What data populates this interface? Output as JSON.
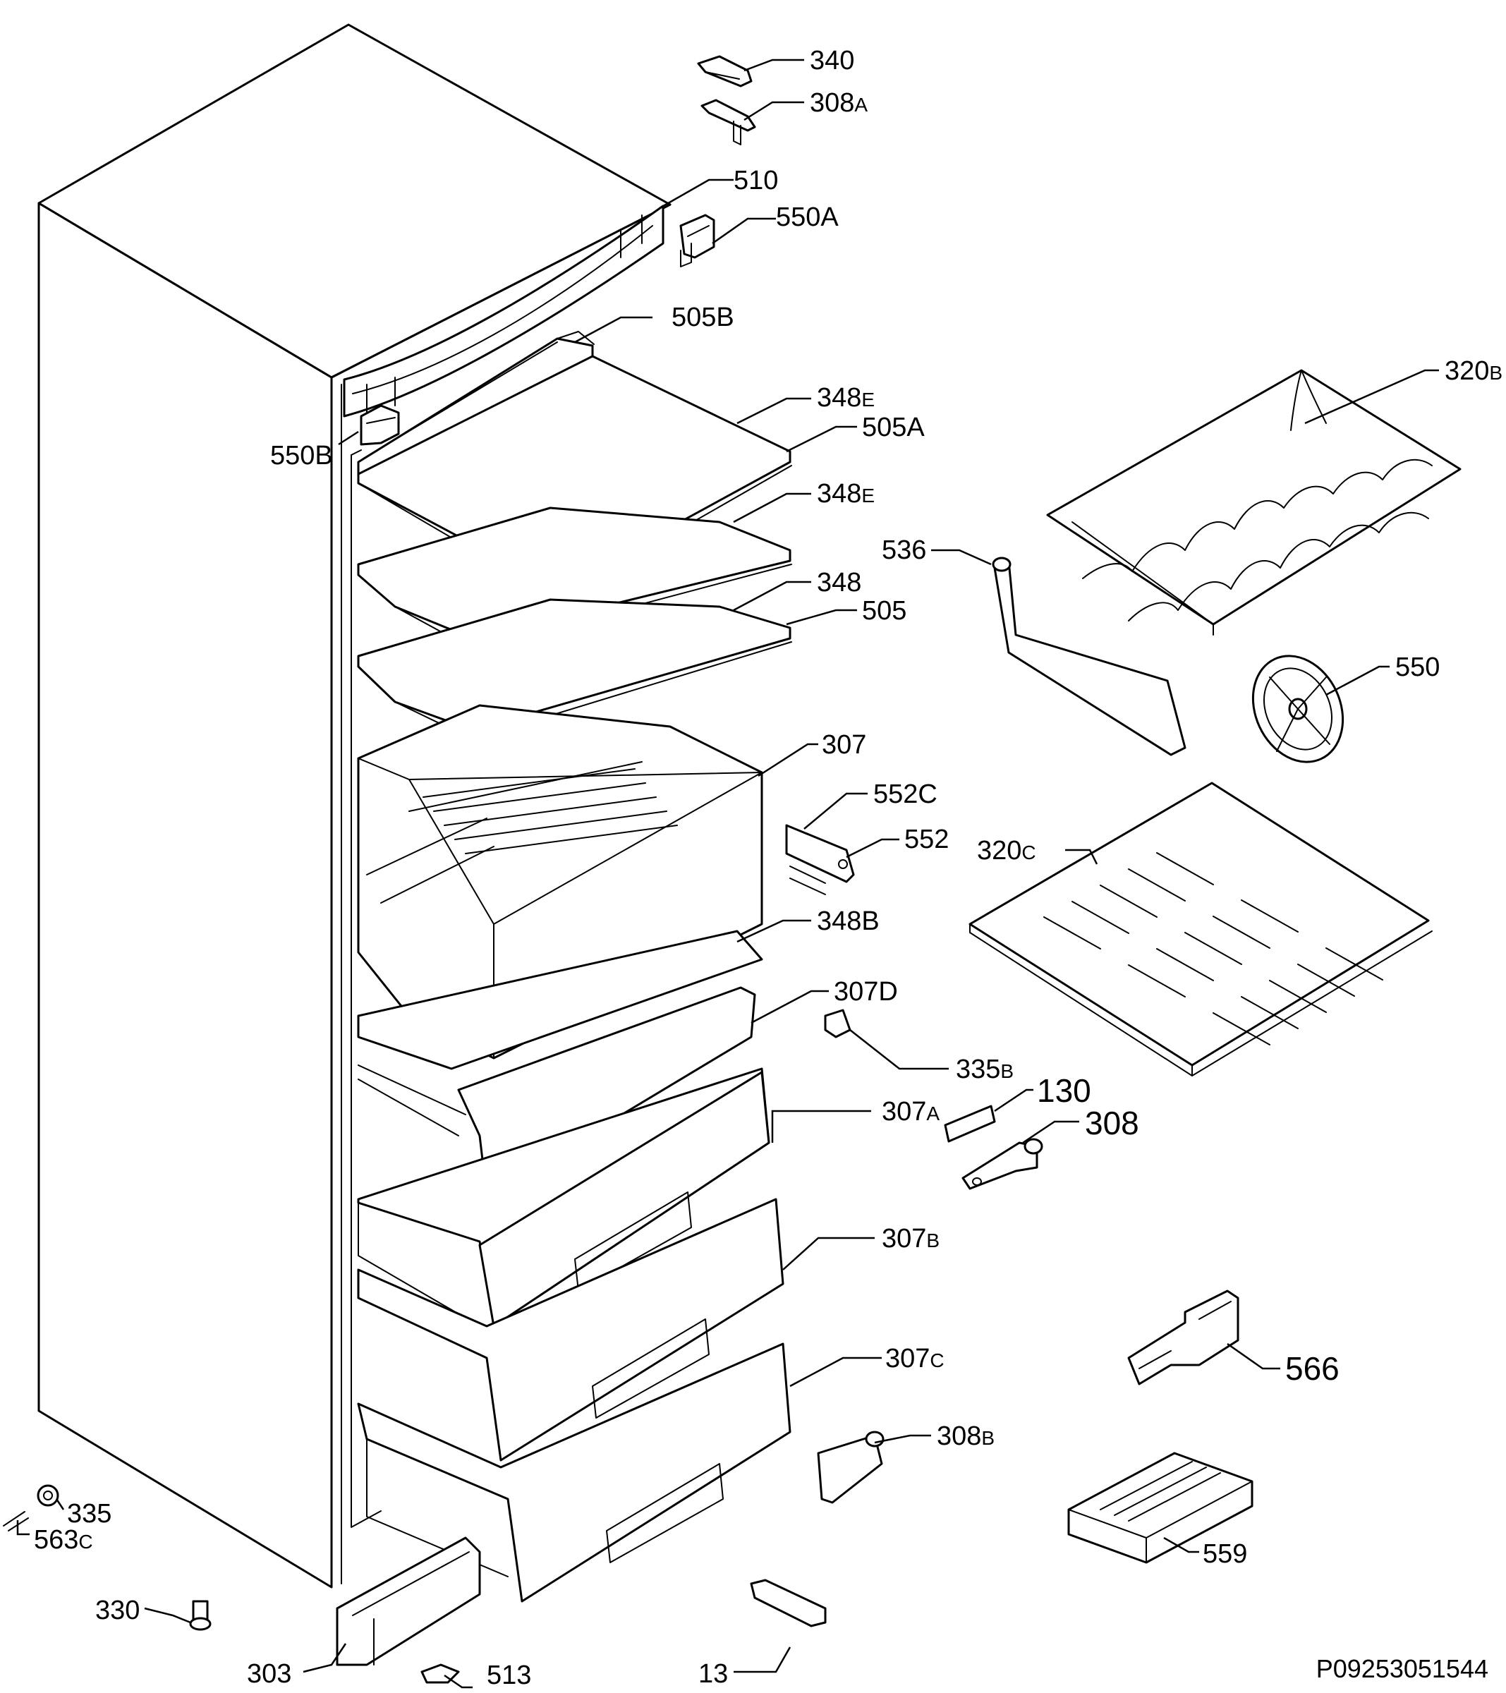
{
  "drawing_code": "P09253051544",
  "labels": [
    {
      "key": "340",
      "main": "340",
      "suffix": ""
    },
    {
      "key": "308A",
      "main": "308",
      "suffix": "A"
    },
    {
      "key": "510",
      "main": "510",
      "suffix": ""
    },
    {
      "key": "550A",
      "main": "550A",
      "suffix": ""
    },
    {
      "key": "505B",
      "main": "505B",
      "suffix": ""
    },
    {
      "key": "348E_top",
      "main": "348",
      "suffix": "E"
    },
    {
      "key": "550B",
      "main": "550B",
      "suffix": ""
    },
    {
      "key": "505A",
      "main": "505A",
      "suffix": ""
    },
    {
      "key": "348E_mid",
      "main": "348",
      "suffix": "E"
    },
    {
      "key": "348",
      "main": "348",
      "suffix": ""
    },
    {
      "key": "505",
      "main": "505",
      "suffix": ""
    },
    {
      "key": "307",
      "main": "307",
      "suffix": ""
    },
    {
      "key": "552C",
      "main": "552C",
      "suffix": ""
    },
    {
      "key": "552",
      "main": "552",
      "suffix": ""
    },
    {
      "key": "348B",
      "main": "348B",
      "suffix": ""
    },
    {
      "key": "307D",
      "main": "307D",
      "suffix": ""
    },
    {
      "key": "335B",
      "main": "335",
      "suffix": "B"
    },
    {
      "key": "130",
      "main": "130",
      "suffix": ""
    },
    {
      "key": "308",
      "main": "308",
      "suffix": ""
    },
    {
      "key": "307A",
      "main": "307",
      "suffix": "A"
    },
    {
      "key": "307B",
      "main": "307",
      "suffix": "B"
    },
    {
      "key": "307C",
      "main": "307",
      "suffix": "C"
    },
    {
      "key": "308B",
      "main": "308",
      "suffix": "B"
    },
    {
      "key": "320B",
      "main": "320",
      "suffix": "B"
    },
    {
      "key": "536",
      "main": "536",
      "suffix": ""
    },
    {
      "key": "550",
      "main": "550",
      "suffix": ""
    },
    {
      "key": "320C",
      "main": "320",
      "suffix": "C"
    },
    {
      "key": "566",
      "main": "566",
      "suffix": ""
    },
    {
      "key": "559",
      "main": "559",
      "suffix": ""
    },
    {
      "key": "335",
      "main": "335",
      "suffix": ""
    },
    {
      "key": "563C",
      "main": "563",
      "suffix": "C"
    },
    {
      "key": "330",
      "main": "330",
      "suffix": ""
    },
    {
      "key": "303",
      "main": "303",
      "suffix": ""
    },
    {
      "key": "513",
      "main": "513",
      "suffix": ""
    },
    {
      "key": "13",
      "main": "13",
      "suffix": ""
    }
  ]
}
